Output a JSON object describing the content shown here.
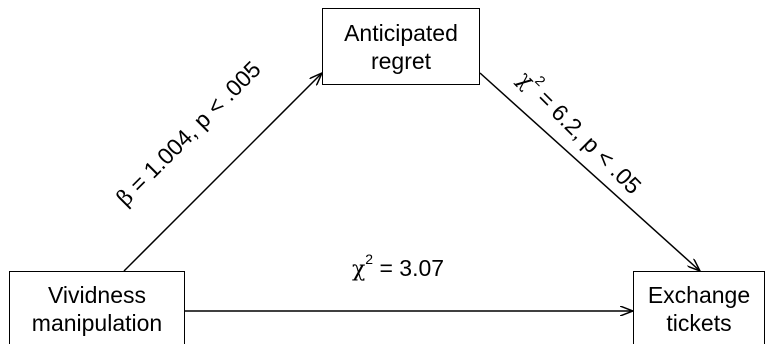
{
  "nodes": {
    "anticipated_regret": {
      "line1": "Anticipated",
      "line2": "regret"
    },
    "vividness": {
      "line1": "Vividness",
      "line2": "manipulation"
    },
    "exchange": {
      "line1": "Exchange",
      "line2": "tickets"
    }
  },
  "edges": {
    "vividness_to_regret": {
      "symbol": "β",
      "text": " = 1.004, p < .005"
    },
    "regret_to_exchange": {
      "symbol": "χ",
      "sup": "2",
      "text": " = 6.2, p < .05"
    },
    "vividness_to_exchange": {
      "symbol": "χ",
      "sup": "2",
      "text": " = 3.07"
    }
  },
  "colors": {
    "stroke": "#000000",
    "background": "#ffffff"
  }
}
